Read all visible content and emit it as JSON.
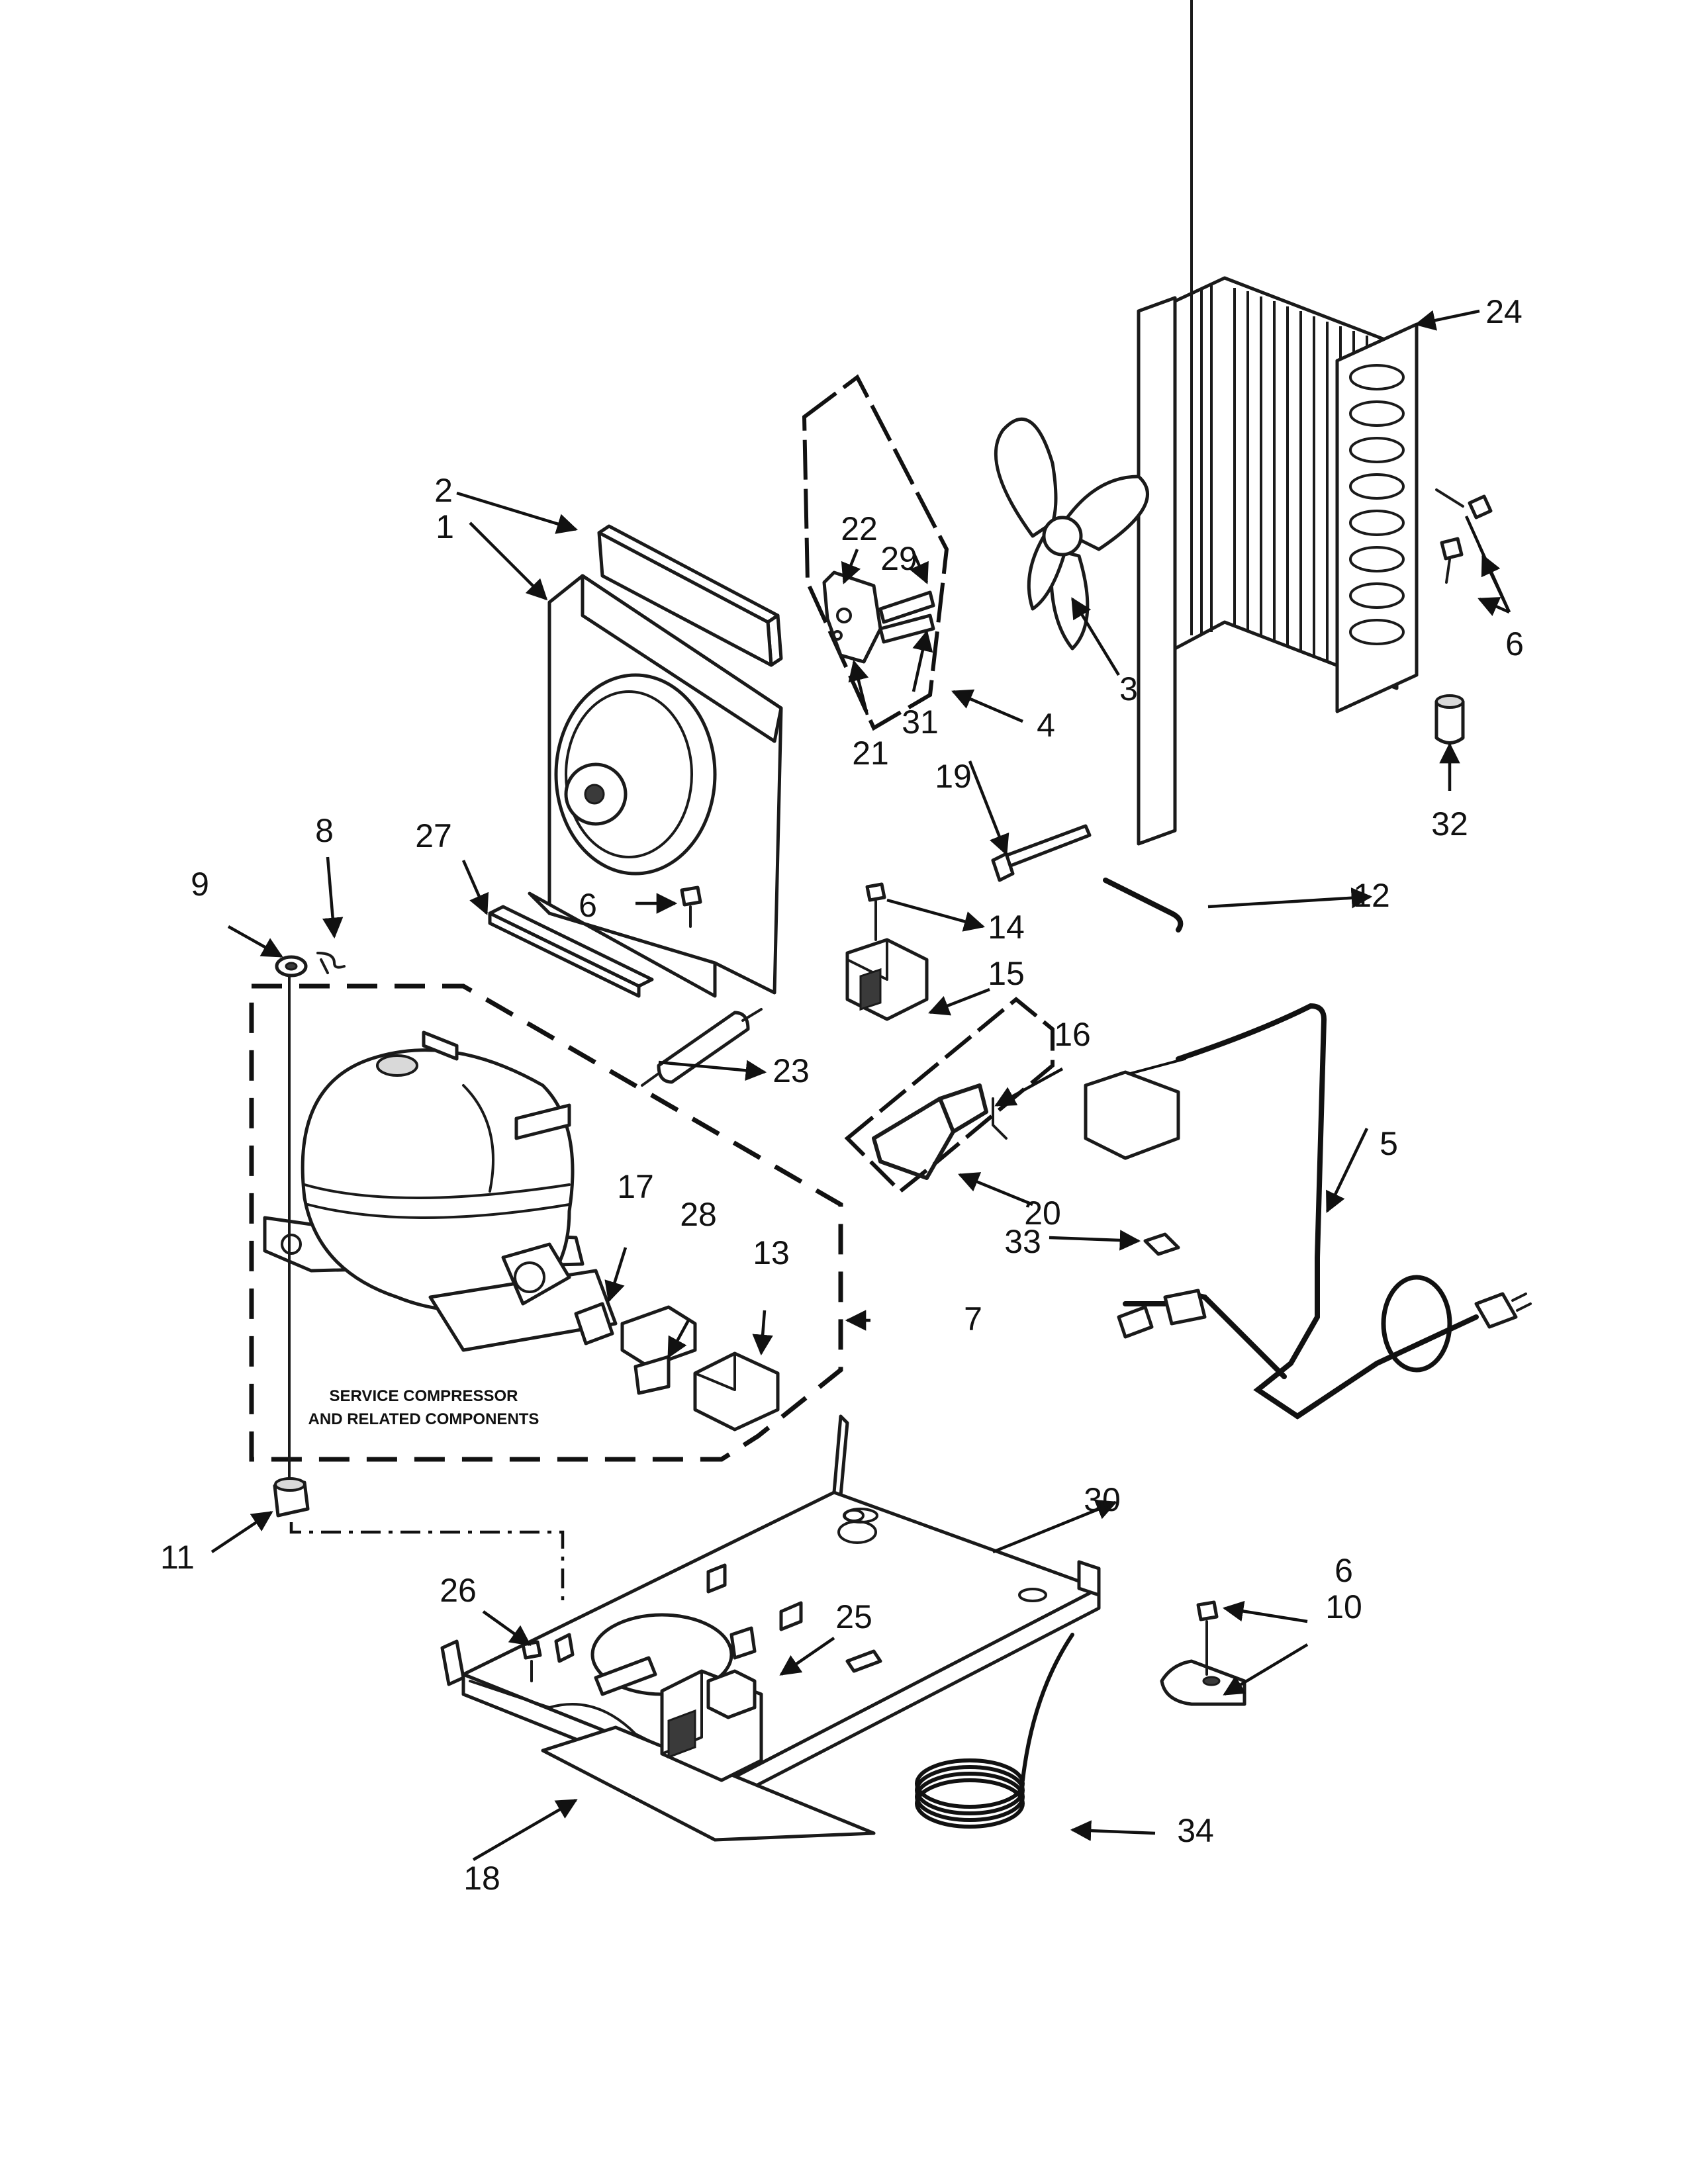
{
  "diagram": {
    "callouts": {
      "c1": "1",
      "c2": "2",
      "c3": "3",
      "c4": "4",
      "c5": "5",
      "c6a": "6",
      "c6b": "6",
      "c6c": "6",
      "c7": "7",
      "c8": "8",
      "c9": "9",
      "c10": "10",
      "c11": "11",
      "c12": "12",
      "c13": "13",
      "c14": "14",
      "c15": "15",
      "c16": "16",
      "c17": "17",
      "c18": "18",
      "c19": "19",
      "c20": "20",
      "c21": "21",
      "c22": "22",
      "c23": "23",
      "c24": "24",
      "c25": "25",
      "c26": "26",
      "c27": "27",
      "c28": "28",
      "c29": "29",
      "c30": "30",
      "c31": "31",
      "c32": "32",
      "c33": "33",
      "c34": "34"
    },
    "service_note": {
      "line1": "SERVICE COMPRESSOR",
      "line2": "AND RELATED COMPONENTS"
    }
  }
}
